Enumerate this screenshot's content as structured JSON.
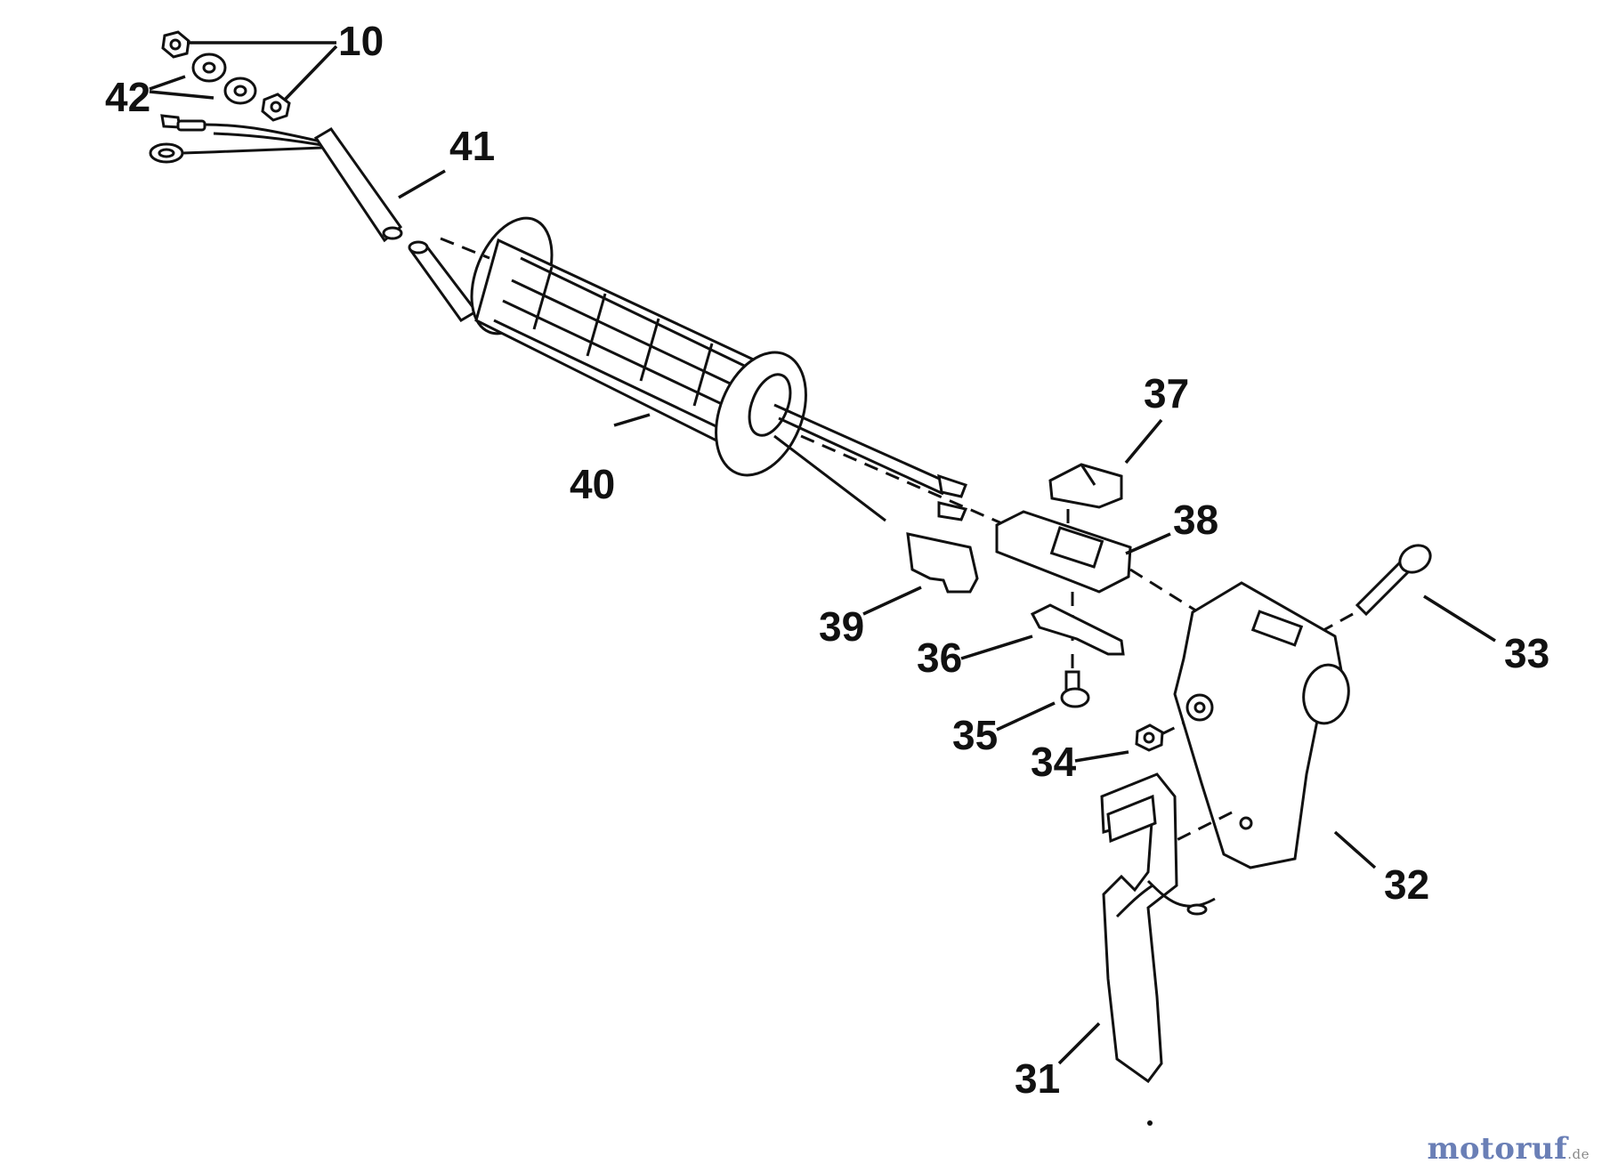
{
  "diagram": {
    "callouts": {
      "c10": "10",
      "c42": "42",
      "c41": "41",
      "c40": "40",
      "c37": "37",
      "c38": "38",
      "c39": "39",
      "c36": "36",
      "c35": "35",
      "c34": "34",
      "c33": "33",
      "c32": "32",
      "c31": "31"
    }
  },
  "watermark": {
    "text": "motoruf",
    "tld": ".de"
  }
}
